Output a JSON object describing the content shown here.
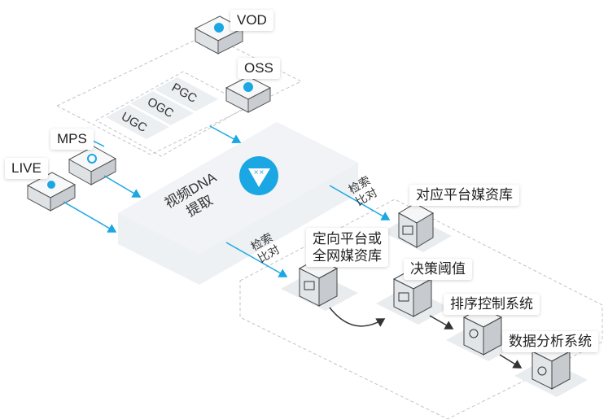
{
  "sources": {
    "vod": "VOD",
    "oss": "OSS",
    "mps": "MPS",
    "live": "LIVE",
    "content_types": [
      "PGC",
      "OGC",
      "UGC"
    ]
  },
  "dna": {
    "line1": "视频DNA",
    "line2": "提取"
  },
  "compare": {
    "upper": {
      "line1": "检索",
      "line2": "比对"
    },
    "lower": {
      "line1": "检索",
      "line2": "比对"
    }
  },
  "outputs": {
    "matched_library": "对应平台媒资库",
    "targeted_library": [
      "定向平台或",
      "全网媒资库"
    ],
    "decision": "决策阈值",
    "ranking": "排序控制系统",
    "analytics": "数据分析系统"
  },
  "colors": {
    "accent": "#1aa7e3",
    "arrow_dark": "#333333",
    "panel_fill": "#eef1f4",
    "dash": "#b8bcc2"
  },
  "icons": {
    "dna_logo": "dna-triangle-icon",
    "server": "server-icon"
  }
}
